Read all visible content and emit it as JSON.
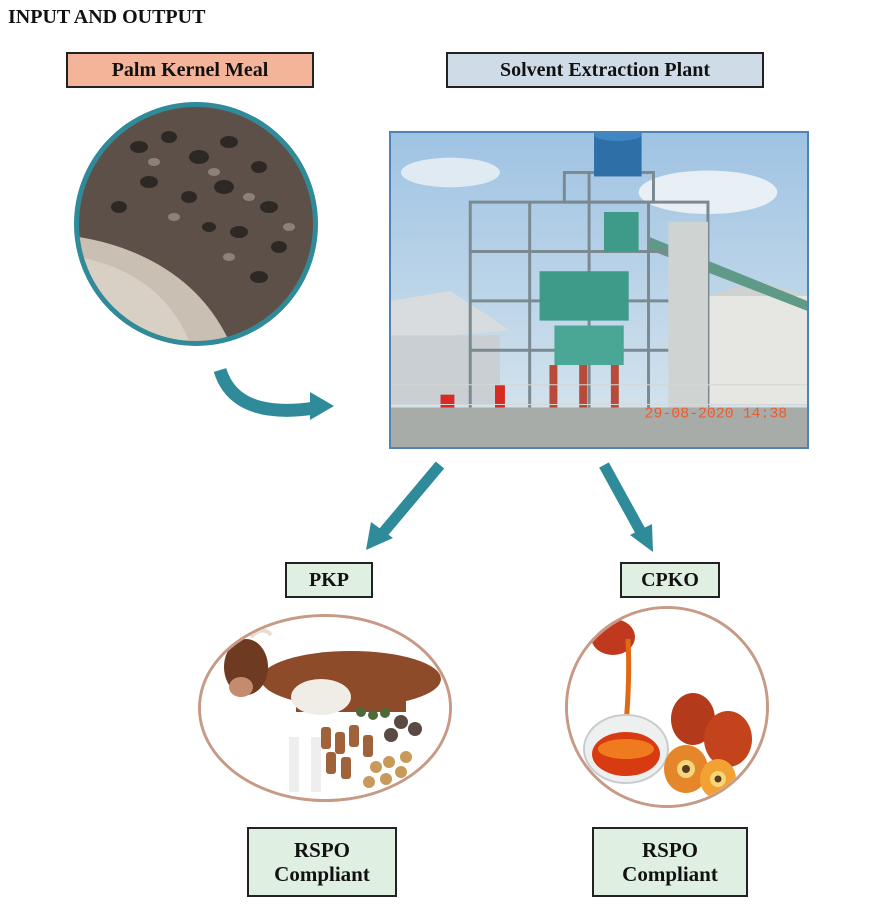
{
  "title": "INPUT AND OUTPUT",
  "input": {
    "label": "Palm Kernel Meal"
  },
  "process": {
    "label": "Solvent Extraction Plant",
    "timestamp": "29-08-2020 14:38"
  },
  "outputs": [
    {
      "label": "PKP",
      "compliance": [
        "RSPO",
        "Compliant"
      ]
    },
    {
      "label": "CPKO",
      "compliance": [
        "RSPO",
        "Compliant"
      ]
    }
  ],
  "colors": {
    "arrow": "#2f8a9a",
    "input_label_bg": "#f4b49a",
    "process_label_bg": "#cfdce8",
    "output_label_bg": "#dff0e2"
  }
}
